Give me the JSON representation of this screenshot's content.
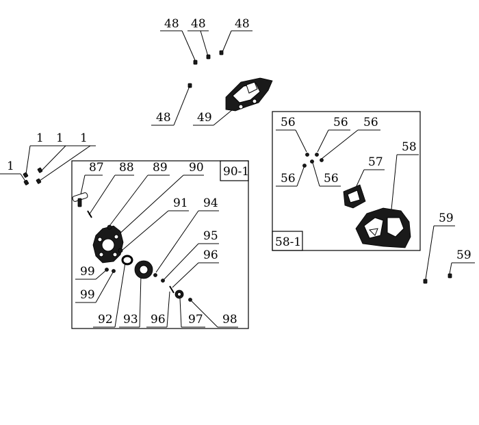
{
  "diagram": {
    "group_labels": {
      "box_a": "90-1",
      "box_b": "58-1"
    },
    "callouts": {
      "p48a": "48",
      "p48b": "48",
      "p48c": "48",
      "p48d": "48",
      "p49": "49",
      "p1a": "1",
      "p1b": "1",
      "p1c": "1",
      "p1d": "1",
      "p87": "87",
      "p88": "88",
      "p89": "89",
      "p90": "90",
      "p91": "91",
      "p94": "94",
      "p95": "95",
      "p96a": "96",
      "p96b": "96",
      "p99a": "99",
      "p99b": "99",
      "p92": "92",
      "p93": "93",
      "p97": "97",
      "p98": "98",
      "p56a": "56",
      "p56b": "56",
      "p56c": "56",
      "p56d": "56",
      "p56e": "56",
      "p57": "57",
      "p58": "58",
      "p59a": "59",
      "p59b": "59"
    }
  }
}
